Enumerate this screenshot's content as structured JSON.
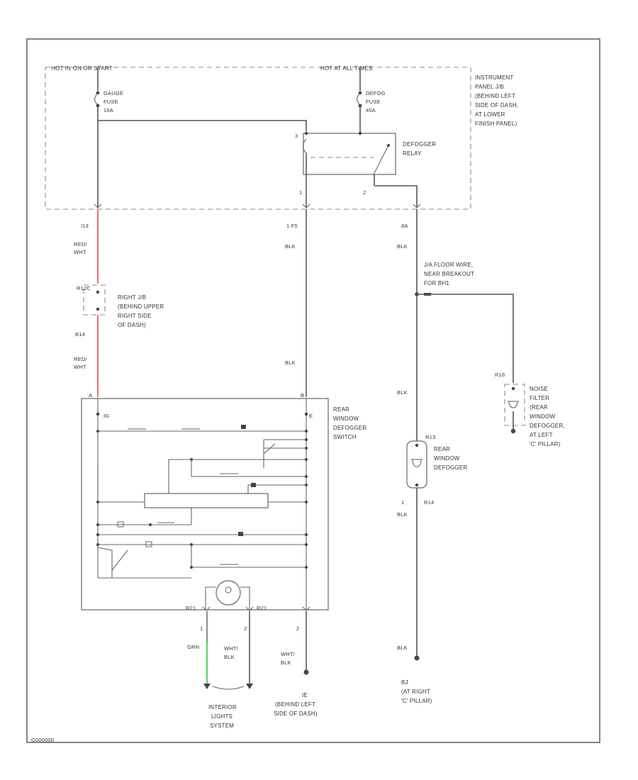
{
  "colors": {
    "red_wire": "#f05a6a",
    "green_wire": "#48d048",
    "line": "#555555"
  },
  "hot_left": "HOT IN ON OR START",
  "hot_right": "HOT AT ALL TIMES",
  "fuse_gauge": [
    "GAUGE",
    "FUSE",
    "10A"
  ],
  "fuse_defog": [
    "DEFOG",
    "FUSE",
    "40A"
  ],
  "ip_jb_note": [
    "INSTRUMENT",
    "PANEL J/B",
    "(BEHIND LEFT",
    "SIDE OF DASH,",
    "AT LOWER",
    "FINISH PANEL)"
  ],
  "relay_label": [
    "DEFOGGER",
    "RELAY"
  ],
  "relay_pin_top": "3",
  "pin_1": "1",
  "pin_2": "2",
  "conn_left": "I13",
  "conn_mid": "1 F5",
  "conn_right": "8A",
  "wire_redwht_1": [
    "RED/",
    "WHT"
  ],
  "wire_redwht_2": [
    "RED/",
    "WHT"
  ],
  "wire_blk_a": "BLK",
  "wire_blk_b": "BLK",
  "wire_blk_c": "BLK",
  "wire_blk_d": "BLK",
  "wire_blk_e": "BLK",
  "wire_blk_f": "BLK",
  "right_jb_conn_top": "R12C",
  "right_jb_conn_bottom": "B14",
  "right_jb_note": [
    "RIGHT J/B",
    "(BEHIND UPPER",
    "RIGHT SIDE",
    "OF DASH)"
  ],
  "floor_wire_note": [
    "J/A FLOOR WIRE,",
    "NEAR BREAKOUT",
    "FOR BH1"
  ],
  "noise_conn": "R16",
  "noise_filter": [
    "NOISE",
    "FILTER",
    "(REAR",
    "WINDOW",
    "DEFOGGER,",
    "AT LEFT",
    "'C' PILLAR)"
  ],
  "switch_label": [
    "REAR",
    "WINDOW",
    "DEFOGGER",
    "SWITCH"
  ],
  "switch_pin_a": "A",
  "switch_pin_b": "B",
  "switch_pin_ig": "IG",
  "switch_pin_e": "E",
  "rwd_conn_top": "R13",
  "rwd_conn_bottom": "R14",
  "rwd_pin": "1",
  "rwd_label": [
    "REAR",
    "WINDOW",
    "DEFOGGER"
  ],
  "switch_bottom_left": "R21",
  "switch_bottom_right": "R21",
  "switch_bottom_pin1": "1",
  "switch_bottom_pin2": "2",
  "switch_bottom_pin3": "2",
  "wire_grn": "GRN",
  "wire_whtblk_1": [
    "WHT/",
    "BLK"
  ],
  "wire_whtblk_2": [
    "WHT/",
    "BLK"
  ],
  "interior_lights": [
    "INTERIOR",
    "LIGHTS",
    "SYSTEM"
  ],
  "ground_ie": [
    "IE",
    "(BEHIND LEFT",
    "SIDE OF DASH)"
  ],
  "ground_bj": [
    "BJ",
    "(AT RIGHT",
    "'C' PILLAR)"
  ],
  "diagram_code": "G000000"
}
